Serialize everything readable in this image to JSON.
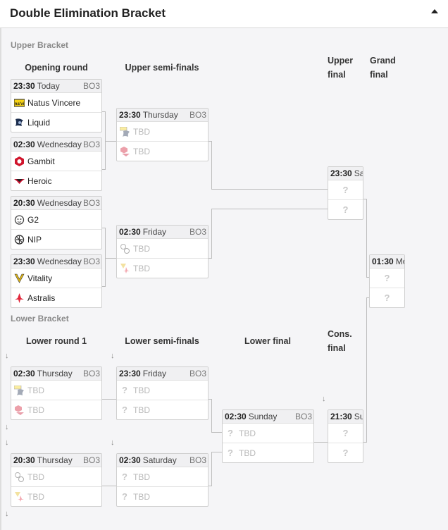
{
  "header": {
    "title": "Double Elimination Bracket"
  },
  "upper": {
    "label": "Upper Bracket",
    "rounds": {
      "opening": "Opening round",
      "semis": "Upper semi-finals",
      "final_1": "Upper",
      "final_2": "final",
      "grand_1": "Grand",
      "grand_2": "final"
    },
    "matches": {
      "o1": {
        "time": "23:30",
        "day": "Today",
        "bo": "BO3",
        "t1": "Natus Vincere",
        "t2": "Liquid"
      },
      "o2": {
        "time": "02:30",
        "day": "Wednesday",
        "bo": "BO3",
        "t1": "Gambit",
        "t2": "Heroic"
      },
      "o3": {
        "time": "20:30",
        "day": "Wednesday",
        "bo": "BO3",
        "t1": "G2",
        "t2": "NIP"
      },
      "o4": {
        "time": "23:30",
        "day": "Wednesday",
        "bo": "BO3",
        "t1": "Vitality",
        "t2": "Astralis"
      },
      "s1": {
        "time": "23:30",
        "day": "Thursday",
        "bo": "BO3",
        "t1": "TBD",
        "t2": "TBD"
      },
      "s2": {
        "time": "02:30",
        "day": "Friday",
        "bo": "BO3",
        "t1": "TBD",
        "t2": "TBD"
      },
      "uf": {
        "time": "23:30",
        "day": "Sat",
        "t1": "?",
        "t2": "?"
      },
      "gf": {
        "time": "01:30",
        "day": "Mon",
        "t1": "?",
        "t2": "?"
      }
    }
  },
  "lower": {
    "label": "Lower Bracket",
    "rounds": {
      "r1": "Lower round 1",
      "semis": "Lower semi-finals",
      "final": "Lower final",
      "cons_1": "Cons.",
      "cons_2": "final"
    },
    "matches": {
      "l1": {
        "time": "02:30",
        "day": "Thursday",
        "bo": "BO3",
        "t1": "TBD",
        "t2": "TBD"
      },
      "l2": {
        "time": "20:30",
        "day": "Thursday",
        "bo": "BO3",
        "t1": "TBD",
        "t2": "TBD"
      },
      "ls1": {
        "time": "23:30",
        "day": "Friday",
        "bo": "BO3",
        "t1": "TBD",
        "t2": "TBD"
      },
      "ls2": {
        "time": "02:30",
        "day": "Saturday",
        "bo": "BO3",
        "t1": "TBD",
        "t2": "TBD"
      },
      "lf": {
        "time": "02:30",
        "day": "Sunday",
        "bo": "BO3",
        "t1": "TBD",
        "t2": "TBD"
      },
      "cf": {
        "time": "21:30",
        "day": "Sun",
        "t1": "?",
        "t2": "?"
      }
    }
  },
  "icons": {
    "navi": "navi-logo-icon",
    "liquid": "liquid-logo-icon",
    "gambit": "gambit-logo-icon",
    "heroic": "heroic-logo-icon",
    "g2": "g2-logo-icon",
    "nip": "nip-logo-icon",
    "vitality": "vitality-logo-icon",
    "astralis": "astralis-logo-icon",
    "placeholder": "question-mark-icon"
  }
}
